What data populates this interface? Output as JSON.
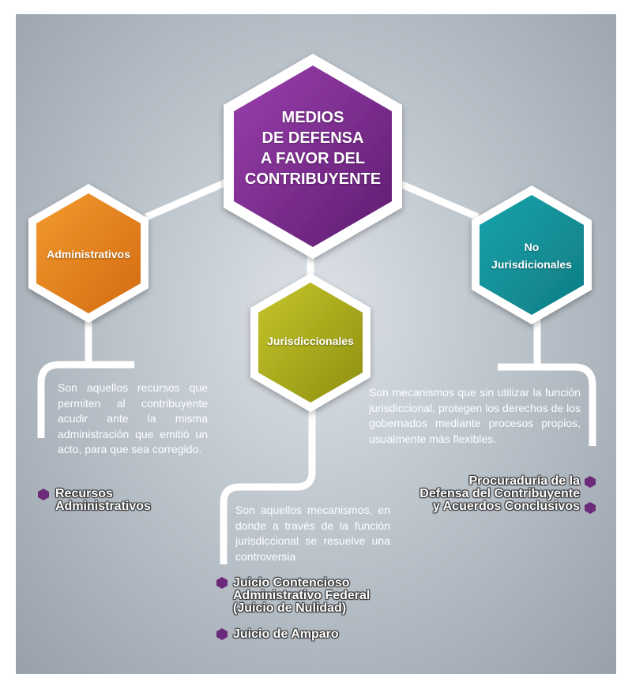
{
  "center": {
    "lines": [
      "MEDIOS",
      "DE DEFENSA",
      "A FAVOR DEL",
      "CONTRIBUYENTE"
    ]
  },
  "administrativos": {
    "label": "Administrativos",
    "description": "Son aquellos recursos que permiten al contribuyente acudir ante la misma administración que emitió un acto, para que sea corregido.",
    "items": [
      {
        "lines": [
          "Recursos",
          "Administrativos"
        ]
      }
    ]
  },
  "jurisdiccionales": {
    "label": "Jurisdiccionales",
    "description": "Son aquellos mecanismos, en donde a través de la función jurisdiccional se resuelve una controversia",
    "items": [
      {
        "lines": [
          "Juicio Contencioso",
          "Administrativo Federal",
          "(Juicio de Nulidad)"
        ]
      },
      {
        "lines": [
          "Juicio de Amparo"
        ]
      }
    ]
  },
  "no_jurisdiccionales": {
    "label_lines": [
      "No",
      "Jurisdicionales"
    ],
    "description": "Son mecanismos que sin utilizar la función jurisdiccional, protegen los derechos de los gobernados mediante procesos propios, usualmente más flexibles.",
    "items": [
      {
        "lines": [
          "Procuraduría de la",
          "Defensa del Contribuyente",
          "y Acuerdos Conclusivos"
        ]
      }
    ]
  },
  "colors": {
    "center": "#7a2a8c",
    "administrativos": "#e8821f",
    "jurisdiccionales": "#a5a81a",
    "no_jurisdiccionales": "#138a93",
    "bullet": "#6b2a7a"
  },
  "icons": {
    "bullet": "hexagon-bullet-icon"
  }
}
